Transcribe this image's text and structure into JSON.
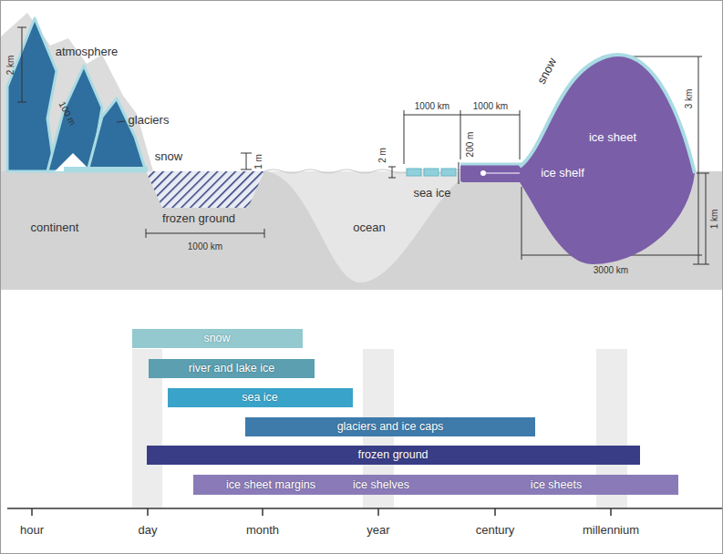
{
  "diagram": {
    "nodes": [
      {
        "text": [
          "ice sheet"
        ]
      },
      {
        "text": [
          "snow"
        ]
      },
      {
        "text": [
          "river and lake ice"
        ]
      },
      {
        "text": [
          "sea ice"
        ]
      },
      {
        "text": [
          "glaciers and ice caps"
        ]
      },
      {
        "text": [
          "frozen ground"
        ]
      },
      {
        "text": [
          "ice sheet margins",
          "ice shelves",
          "ice sheets"
        ]
      }
    ],
    "edges": [],
    "labels": [
      "2 km",
      "atmosphere",
      "glaciers",
      "100 m",
      "snow",
      "1 m",
      "frozen ground",
      "1000 km",
      "continent",
      "ocean",
      "1000 km",
      "1000 km",
      "2 m",
      "200 m",
      "sea ice",
      "snow",
      "ice shelf",
      "3 km",
      "1 km",
      "3000 km",
      "hour",
      "day",
      "month",
      "year",
      "century",
      "millennium"
    ]
  }
}
